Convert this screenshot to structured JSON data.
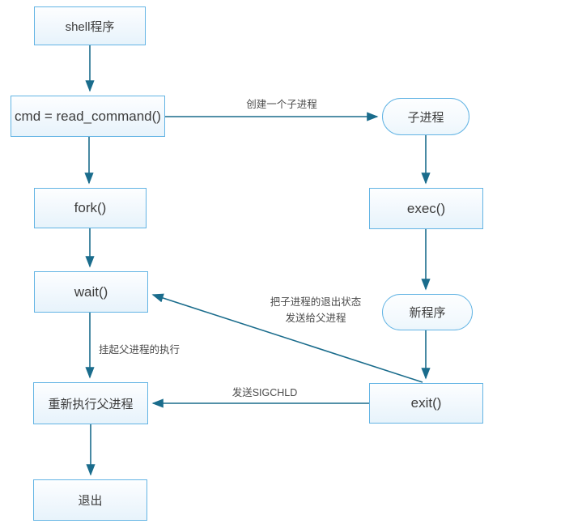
{
  "diagram": {
    "title": "shell program process flow",
    "colors": {
      "node_border": "#63b4e4",
      "node_fill_top": "#fdfeff",
      "node_fill_bottom": "#e7f3fb",
      "arrow": "#1a6c8c",
      "node_text": "#3d3d3d",
      "label_text": "#4b4b4b",
      "background": "#ffffff"
    },
    "nodes": [
      {
        "id": "shell",
        "label": "shell程序",
        "shape": "rect"
      },
      {
        "id": "read",
        "label": "cmd = read_command()",
        "shape": "rect"
      },
      {
        "id": "fork",
        "label": "fork()",
        "shape": "rect"
      },
      {
        "id": "wait",
        "label": "wait()",
        "shape": "rect"
      },
      {
        "id": "rerun",
        "label": "重新执行父进程",
        "shape": "rect"
      },
      {
        "id": "quit",
        "label": "退出",
        "shape": "rect"
      },
      {
        "id": "child",
        "label": "子进程",
        "shape": "stadium"
      },
      {
        "id": "exec",
        "label": "exec()",
        "shape": "rect"
      },
      {
        "id": "newprog",
        "label": "新程序",
        "shape": "stadium"
      },
      {
        "id": "exit",
        "label": "exit()",
        "shape": "rect"
      }
    ],
    "edge_labels": {
      "create_child": "创建一个子进程",
      "exit_status_line1": "把子进程的退出状态",
      "exit_status_line2": "发送给父进程",
      "suspend_parent": "挂起父进程的执行",
      "send_sigchld": "发送SIGCHLD"
    }
  }
}
